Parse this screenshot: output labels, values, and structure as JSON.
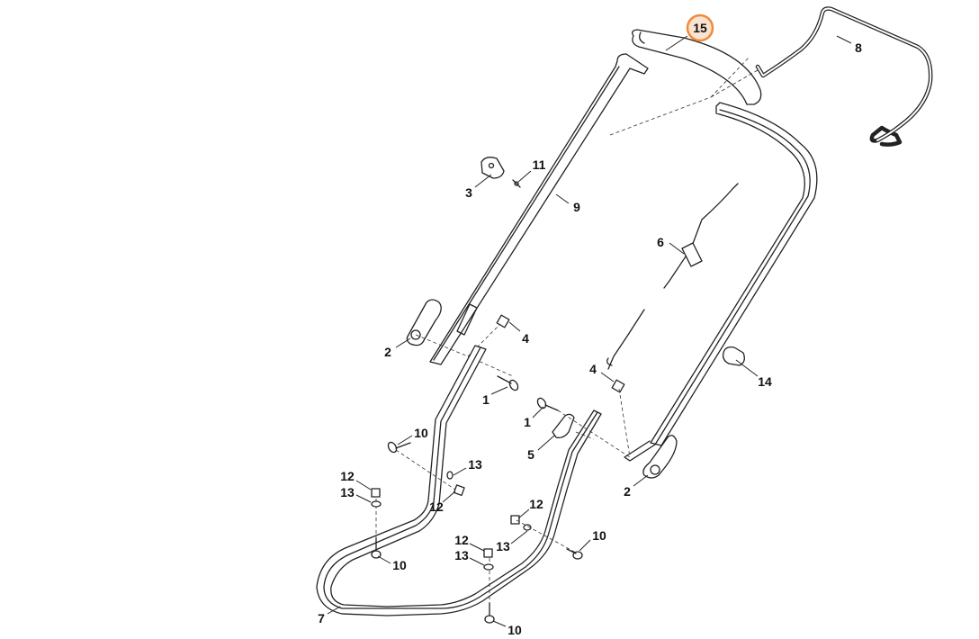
{
  "diagram": {
    "highlight_color": "#f08a3c",
    "callouts": {
      "c15": "15",
      "c8": "8",
      "c11": "11",
      "c3": "3",
      "c9": "9",
      "c6": "6",
      "c4a": "4",
      "c2a": "2",
      "c1a": "1",
      "c4b": "4",
      "c14": "14",
      "c1b": "1",
      "c10a": "10",
      "c5": "5",
      "c13a": "13",
      "c12a": "12",
      "c13b": "13",
      "c12b": "12",
      "c2b": "2",
      "c12c": "12",
      "c10b": "10",
      "c12d": "12",
      "c13c": "13",
      "c13d": "13",
      "c10c": "10",
      "c7": "7",
      "c10d": "10"
    }
  }
}
